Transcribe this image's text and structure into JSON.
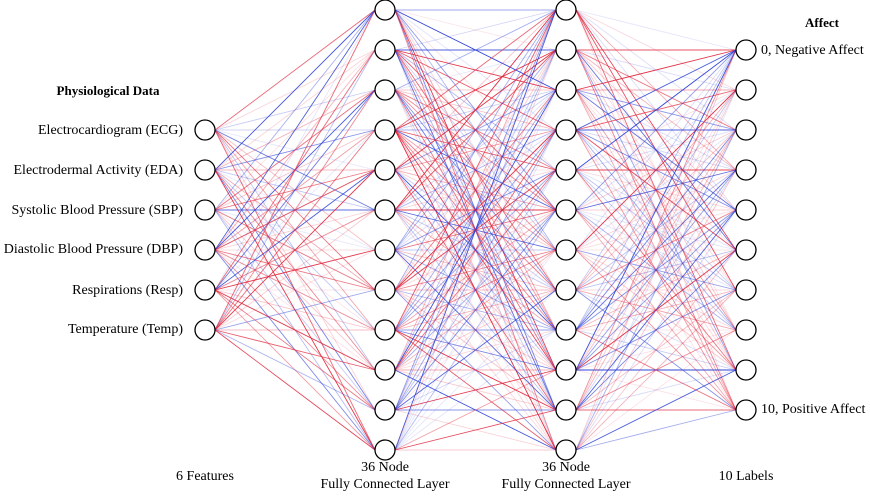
{
  "colors": {
    "positive_edge": "#e0243a",
    "negative_edge": "#2b3fd6",
    "node_fill": "#ffffff",
    "node_stroke": "#000000"
  },
  "input_heading": "Physiological Data",
  "output_heading": "Affect",
  "features": [
    "Electrocardiogram (ECG)",
    "Electrodermal Activity (EDA)",
    "Systolic Blood Pressure (SBP)",
    "Diastolic Blood Pressure (DBP)",
    "Respirations (Resp)",
    "Temperature (Temp)"
  ],
  "output_labels": {
    "first": "0, Negative Affect",
    "last": "10, Positive Affect"
  },
  "layers": [
    {
      "caption_line1": "6 Features",
      "caption_line2": "",
      "node_count": 6
    },
    {
      "caption_line1": "36 Node",
      "caption_line2": "Fully Connected Layer",
      "node_count": 12
    },
    {
      "caption_line1": "36 Node",
      "caption_line2": "Fully Connected Layer",
      "node_count": 12
    },
    {
      "caption_line1": "10 Labels",
      "caption_line2": "",
      "node_count": 10
    }
  ]
}
